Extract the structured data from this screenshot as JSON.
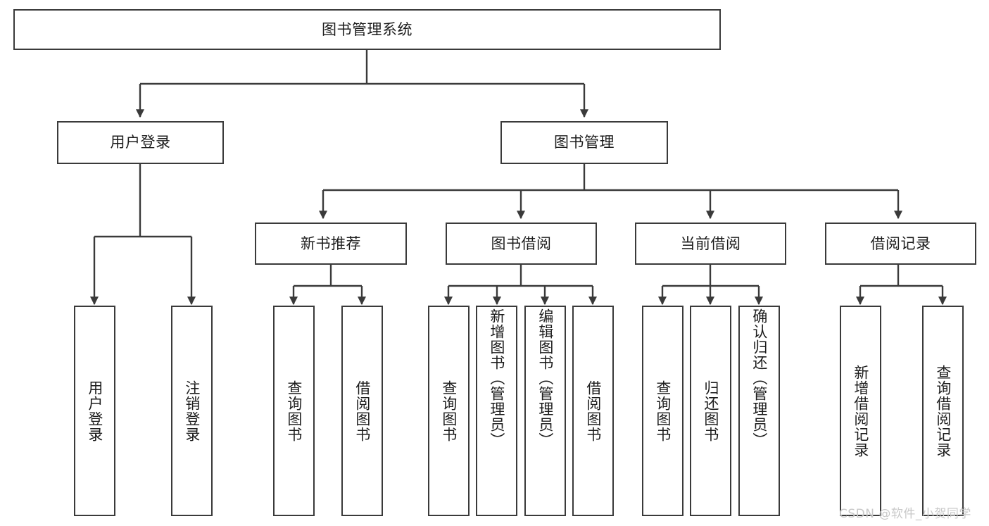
{
  "diagram": {
    "title": "图书管理系统",
    "type": "tree-hierarchy",
    "root": {
      "id": "root",
      "label": "图书管理系统"
    },
    "level2": [
      {
        "id": "user-login",
        "label": "用户登录"
      },
      {
        "id": "book-manage",
        "label": "图书管理"
      }
    ],
    "level3": [
      {
        "id": "new-book-recommend",
        "label": "新书推荐",
        "parent": "book-manage"
      },
      {
        "id": "book-borrow",
        "label": "图书借阅",
        "parent": "book-manage"
      },
      {
        "id": "current-borrow",
        "label": "当前借阅",
        "parent": "book-manage"
      },
      {
        "id": "borrow-record",
        "label": "借阅记录",
        "parent": "book-manage"
      }
    ],
    "leaves": [
      {
        "id": "leaf-user-login",
        "label": "用户登录",
        "parent": "user-login"
      },
      {
        "id": "leaf-user-logout",
        "label": "注销登录",
        "parent": "user-login"
      },
      {
        "id": "leaf-query-book-1",
        "label": "查询图书",
        "parent": "new-book-recommend"
      },
      {
        "id": "leaf-borrow-book-1",
        "label": "借阅图书",
        "parent": "new-book-recommend"
      },
      {
        "id": "leaf-query-book-2",
        "label": "查询图书",
        "parent": "book-borrow"
      },
      {
        "id": "leaf-add-book",
        "label": "新增图书（管理员）",
        "parent": "book-borrow"
      },
      {
        "id": "leaf-edit-book",
        "label": "编辑图书（管理员）",
        "parent": "book-borrow"
      },
      {
        "id": "leaf-borrow-book-2",
        "label": "借阅图书",
        "parent": "book-borrow"
      },
      {
        "id": "leaf-query-book-3",
        "label": "查询图书",
        "parent": "current-borrow"
      },
      {
        "id": "leaf-return-book",
        "label": "归还图书",
        "parent": "current-borrow"
      },
      {
        "id": "leaf-confirm-return",
        "label": "确认归还（管理员）",
        "parent": "current-borrow"
      },
      {
        "id": "leaf-add-record",
        "label": "新增借阅记录",
        "parent": "borrow-record"
      },
      {
        "id": "leaf-query-record",
        "label": "查询借阅记录",
        "parent": "borrow-record"
      }
    ]
  },
  "watermark": {
    "text": "CSDN @软件_小贺同学",
    "color": "#c9c9c9"
  },
  "style": {
    "border_color": "#3a3a3a",
    "background": "#ffffff",
    "text_color": "#1c1c1c"
  }
}
